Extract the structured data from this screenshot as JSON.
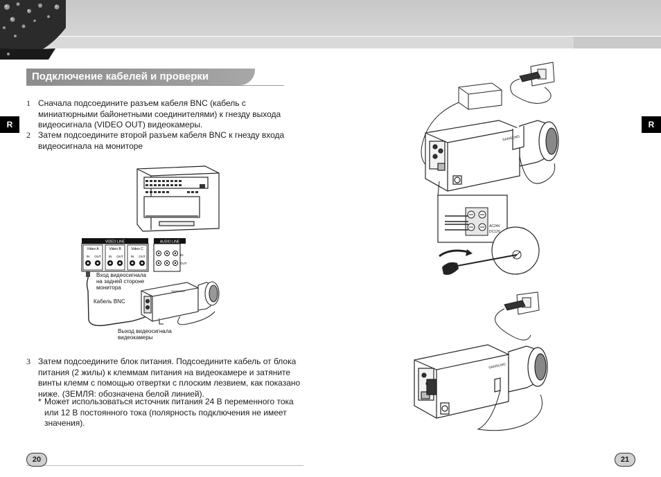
{
  "side_tab_letter": "R",
  "section_title": "Подключение кабелей и проверки",
  "steps": [
    {
      "num": "1",
      "lines": [
        "Сначала подсоедините разъем кабеля BNC (кабель с",
        "миниатюрными байонетными соединителями) к гнезду выхода",
        "видеосигнала (VIDEO OUT) видеокамеры."
      ]
    },
    {
      "num": "2",
      "lines": [
        "Затем подсоедините второй разъем кабеля BNC к гнезду входа",
        "видеосигнала на мониторе"
      ]
    },
    {
      "num": "3",
      "lines": [
        "Затем подсоедините блок питания. Подсоедините кабель от блока",
        "питания (2 жилы) к клеммам питания на видеокамере и затяните",
        "винты клемм с помощью отвертки с плоским лезвием, как показано",
        "ниже. (ЗЕМЛЯ: обозначена белой линией)."
      ]
    }
  ],
  "note": {
    "mark": "*",
    "lines": [
      "Может использоваться источник питания 24 В переменного тока",
      "или 12 В постоянного тока (полярность подключения не имеет",
      "значения)."
    ]
  },
  "diagram_monitor": {
    "video_line": "VIDEO LINE",
    "audio_line": "AUDIO LINE",
    "video_a": "Video A",
    "video_b": "Video B",
    "video_c": "Video C",
    "in": "IN",
    "out": "OUT",
    "audio_in": "IN",
    "audio_out": "OUT",
    "label_monitor_input": [
      "Вход видеосигнала",
      "на задней стороне",
      "монитора"
    ],
    "label_bnc_cable": "Кабель BNC",
    "label_camera_output": [
      "Выход видеосигнала",
      "видеокамеры"
    ]
  },
  "diagram_power": {
    "brand": "SAMSUNG",
    "voltage_ac": "AC24V",
    "voltage_dc": "DC12V"
  },
  "page_numbers": {
    "left": "20",
    "right": "21"
  }
}
